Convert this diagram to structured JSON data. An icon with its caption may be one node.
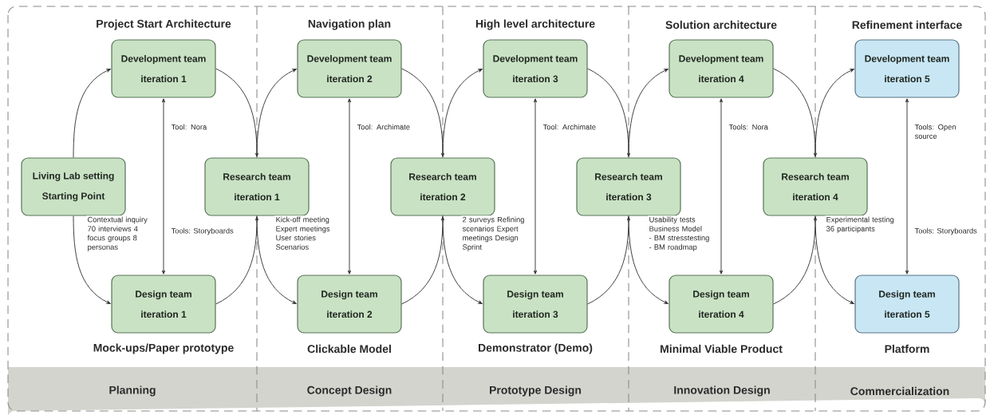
{
  "diagram": {
    "nodes": [
      {
        "text": [
          "Living Lab setting",
          "Starting Point"
        ]
      },
      {
        "text": [
          "Development team",
          "iteration 1"
        ]
      },
      {
        "text": [
          "Design team",
          "iteration 1"
        ]
      },
      {
        "text": [
          "Research team",
          "iteration 1"
        ]
      },
      {
        "text": [
          "Development team",
          "iteration 2"
        ]
      },
      {
        "text": [
          "Design team",
          "iteration 2"
        ]
      },
      {
        "text": [
          "Research team",
          "iteration 2"
        ]
      },
      {
        "text": [
          "Development team",
          "iteration 3"
        ]
      },
      {
        "text": [
          "Design team",
          "iteration 3"
        ]
      },
      {
        "text": [
          "Research team",
          "iteration 3"
        ]
      },
      {
        "text": [
          "Development team",
          "iteration 4"
        ]
      },
      {
        "text": [
          "Design team",
          "iteration 4"
        ]
      },
      {
        "text": [
          "Research team",
          "iteration 4"
        ]
      },
      {
        "text": [
          "Development team",
          "iteration 5"
        ]
      },
      {
        "text": [
          "Design team",
          "iteration 5"
        ]
      }
    ],
    "edges": [
      {
        "from": 0,
        "to": 1,
        "arrow": "to"
      },
      {
        "from": 0,
        "to": 2,
        "arrow": "to",
        "label": "Contextual inquiry 70 interviews 4 focus groups 8 personas"
      },
      {
        "from": 1,
        "to": 2,
        "arrow": "both",
        "label": "Tool: Nora"
      },
      {
        "from": 1,
        "to": 3,
        "arrow": "to"
      },
      {
        "from": 2,
        "to": 3,
        "arrow": "to"
      },
      {
        "from": 3,
        "to": 4,
        "arrow": "to"
      },
      {
        "from": 3,
        "to": 5,
        "arrow": "to",
        "label": "Kick-off meeting Expert meetings User stories Scenarios"
      },
      {
        "from": 4,
        "to": 5,
        "arrow": "both",
        "label": "Tool: Archimate"
      },
      {
        "from": 4,
        "to": 6,
        "arrow": "to"
      },
      {
        "from": 5,
        "to": 6,
        "arrow": "to"
      },
      {
        "from": 6,
        "to": 7,
        "arrow": "to"
      },
      {
        "from": 6,
        "to": 8,
        "arrow": "to",
        "label": "2 surveys Refining scenarios Expert meetings Design Sprint"
      },
      {
        "from": 7,
        "to": 8,
        "arrow": "both",
        "label": "Tool: Archimate"
      },
      {
        "from": 7,
        "to": 9,
        "arrow": "to"
      },
      {
        "from": 8,
        "to": 9,
        "arrow": "to"
      },
      {
        "from": 9,
        "to": 10,
        "arrow": "to"
      },
      {
        "from": 9,
        "to": 11,
        "arrow": "to",
        "label": "Usability tests Business Model - BM stresstesting - BM roadmap"
      },
      {
        "from": 10,
        "to": 11,
        "arrow": "both",
        "label": "Tools: Nora"
      },
      {
        "from": 10,
        "to": 12,
        "arrow": "to"
      },
      {
        "from": 11,
        "to": 12,
        "arrow": "to"
      },
      {
        "from": 12,
        "to": 13,
        "arrow": "to"
      },
      {
        "from": 12,
        "to": 14,
        "arrow": "to",
        "label": "Experimental testing 36 participants"
      },
      {
        "from": 13,
        "to": 14,
        "arrow": "both",
        "label": "Tools: Open source"
      }
    ],
    "labels": [
      "Project Start Architecture",
      "Navigation plan",
      "High level architecture",
      "Solution architecture",
      "Refinement interface",
      "Tools: Storyboards",
      "Tools: Storyboards",
      "Mock-ups/Paper prototype",
      "Clickable Model",
      "Demonstrator (Demo)",
      "Minimal Viable Product",
      "Platform",
      "Planning",
      "Concept Design",
      "Prototype Design",
      "Innovation Design",
      "Commercialization"
    ]
  }
}
